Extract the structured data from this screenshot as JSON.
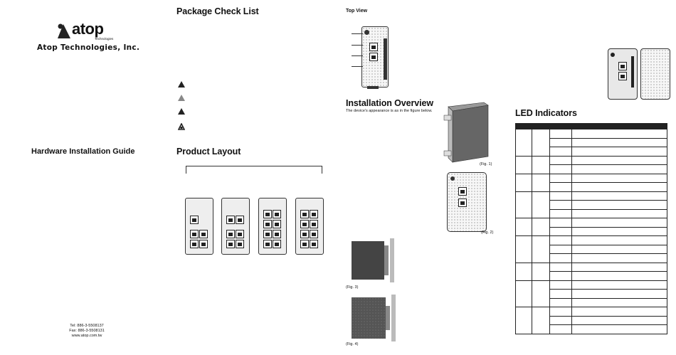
{
  "cover": {
    "logo_text": "atop",
    "logo_sub": "Technologies",
    "company": "Atop Technologies, Inc.",
    "guide_title": "Hardware Installation Guide",
    "contact": {
      "tel": "Tel: 886-3-5508137",
      "fax": "Fax: 886-3-5508131",
      "web": "www.atop.com.tw"
    }
  },
  "package": {
    "title": "Package Check List"
  },
  "layout": {
    "title": "Product Layout"
  },
  "top_view": {
    "title": "Top View"
  },
  "installation": {
    "title": "Installation Overview",
    "subtitle": "The device's appearance is as in the figure below.",
    "fig1": "(Fig. 1)",
    "fig2": "(Fig. 2)",
    "fig3": "(Fig. 3)",
    "fig4": "(Fig. 4)"
  },
  "led": {
    "title": "LED Indicators",
    "row_count": 23
  },
  "colors": {
    "text": "#111111",
    "table_header": "#222222",
    "rail": "#bbbbbb"
  },
  "icons": [
    "warning-icon",
    "caution-icon",
    "hazard-icon",
    "recycle-icon"
  ]
}
